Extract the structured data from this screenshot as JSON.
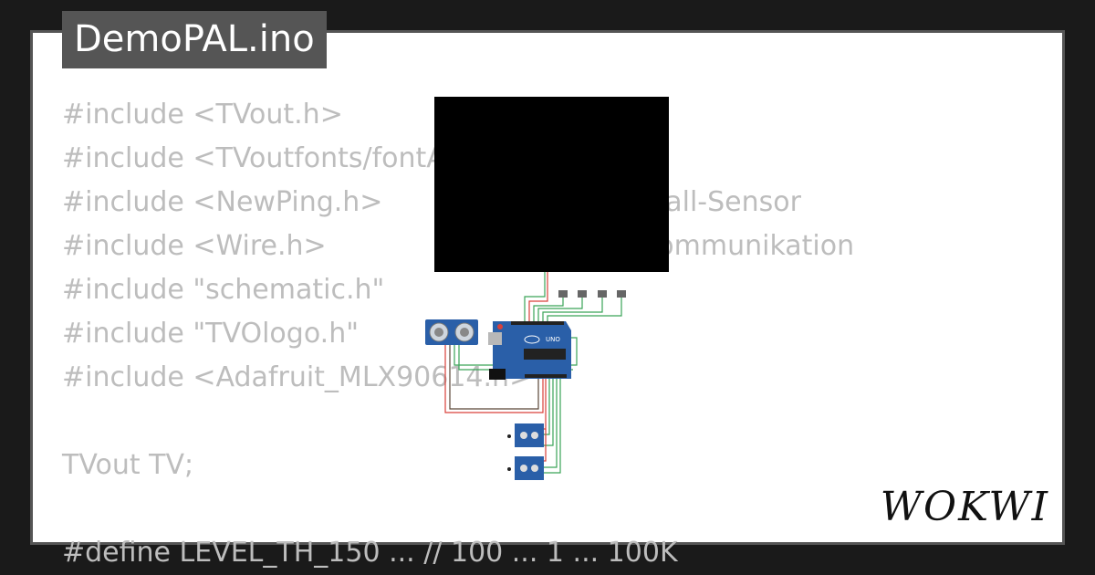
{
  "title": "DemoPAL.ino",
  "brand": "WOKWI",
  "code_lines": [
    "#include <TVout.h>",
    "#include <TVoutfonts/fontALL.h>",
    "#include <NewPing.h>                           // Hall-Sensor",
    "#include <Wire.h>                                 // Kommunikation",
    "#include \"schematic.h\"",
    "#include \"TVOlogo.h\"",
    "#include <Adafruit_MLX90614.h>",
    "",
    "TVout TV;",
    "",
    "#define LEVEL_TH_150 ... // 100 ... 1 ... 100K"
  ],
  "colors": {
    "background": "#1a1a1a",
    "frame": "#555555",
    "paper": "#ffffff",
    "code_text": "#bdbdbd",
    "board": "#2a5fa8",
    "tv_screen": "#000000",
    "wire_red": "#d9403a",
    "wire_green": "#3aa357",
    "wire_dark": "#5a4637"
  }
}
